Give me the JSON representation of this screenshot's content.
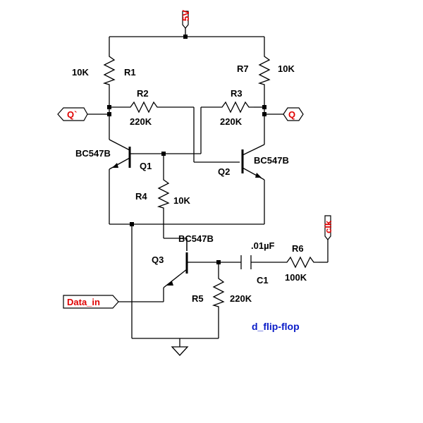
{
  "supply": {
    "label": "5V"
  },
  "nets": {
    "q_bar": "Q`",
    "q": "Q",
    "data_in": "Data_in",
    "clk": "clk"
  },
  "resistors": {
    "r1": {
      "name": "R1",
      "value": "10K"
    },
    "r2": {
      "name": "R2",
      "value": "220K"
    },
    "r3": {
      "name": "R3",
      "value": "220K"
    },
    "r4": {
      "name": "R4",
      "value": "10K"
    },
    "r5": {
      "name": "R5",
      "value": "220K"
    },
    "r6": {
      "name": "R6",
      "value": "100K"
    },
    "r7": {
      "name": "R7",
      "value": "10K"
    }
  },
  "capacitors": {
    "c1": {
      "name": "C1",
      "value": ".01µF"
    }
  },
  "transistors": {
    "q1": {
      "name": "Q1",
      "model": "BC547B"
    },
    "q2": {
      "name": "Q2",
      "model": "BC547B"
    },
    "q3": {
      "name": "Q3",
      "model": "BC547B"
    }
  },
  "comment": "d_flip-flop"
}
